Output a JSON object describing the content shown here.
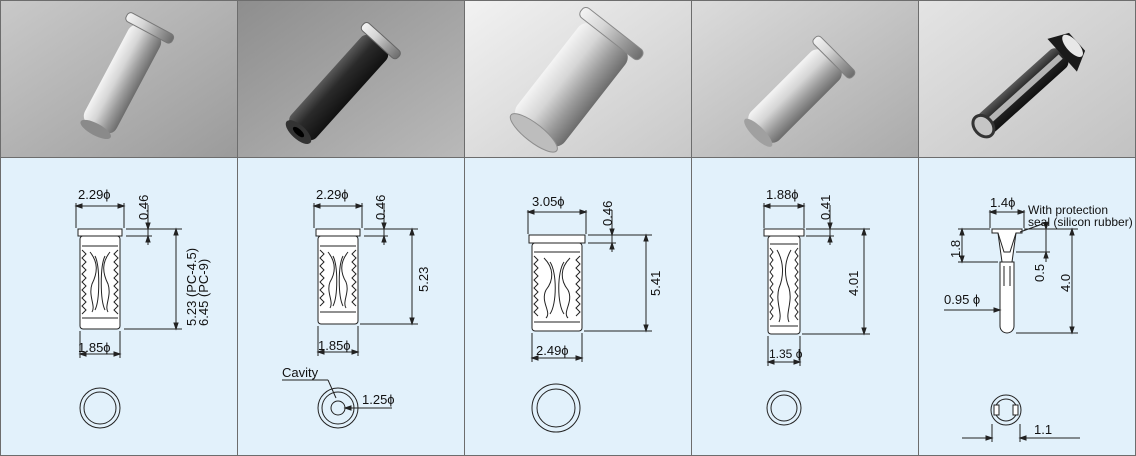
{
  "columns": [
    {
      "id": "col1",
      "dims": {
        "head_dia": "2.29ϕ",
        "head_thk": "0.46",
        "length": "5.23 (PC-4.5)",
        "length_alt": "6.45 (PC-9)",
        "body_dia": "1.85ϕ"
      }
    },
    {
      "id": "col2",
      "dims": {
        "head_dia": "2.29ϕ",
        "head_thk": "0.46",
        "length": "5.23",
        "body_dia": "1.85ϕ",
        "cavity_label": "Cavity",
        "cavity_dia": "1.25ϕ"
      }
    },
    {
      "id": "col3",
      "dims": {
        "head_dia": "3.05ϕ",
        "head_thk": "0.46",
        "length": "5.41",
        "body_dia": "2.49ϕ"
      }
    },
    {
      "id": "col4",
      "dims": {
        "head_dia": "1.88ϕ",
        "head_thk": "0.41",
        "length": "4.01",
        "body_dia": "1.35 ϕ"
      }
    },
    {
      "id": "col5",
      "dims": {
        "note_line1": "With protection",
        "note_line2": "seal (silicon rubber)",
        "head_dia": "1.4ϕ",
        "head_len": "1.8",
        "seal_len": "0.5",
        "length": "4.0",
        "body_dia": "0.95 ϕ",
        "end_dim": "1.1"
      }
    }
  ],
  "colors": {
    "panel_bg": "#e2f1fb",
    "border": "#6d6d6d",
    "line": "#222222"
  }
}
